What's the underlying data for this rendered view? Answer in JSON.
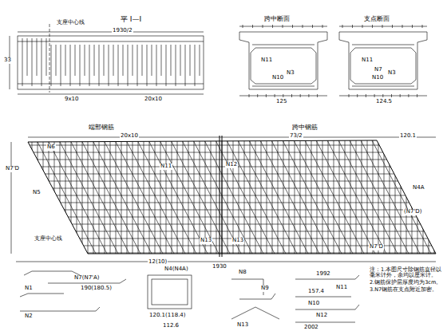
{
  "diagram": {
    "labels": [
      "平 I—I",
      "跨中断面",
      "支点断面",
      "1930/2",
      "支座中心线",
      "9x10",
      "20x10",
      "端部钢筋",
      "跨中钢筋",
      "20x10",
      "73/2",
      "120.1",
      "N6",
      "N7'D",
      "N5",
      "N4A",
      "(N7'D)",
      "N7'D",
      "支座中心线",
      "1930",
      "N11",
      "N12",
      "N13",
      "N13",
      "N3",
      "N11",
      "N10",
      "N7",
      "N11",
      "N10",
      "N3",
      "N7(N7'A)",
      "190(180.5)",
      "N4(N4A)",
      "12(10)",
      "120.1(118.4)",
      "112.6",
      "N8",
      "N9",
      "N11",
      "1992",
      "157.4",
      "N10",
      "N12",
      "2002",
      "N1",
      "N2",
      "N13",
      "注：1.本图尺寸除钢筋直径以毫米计外，余均以厘米计。",
      "2.钢筋保护层厚度均为3cm。",
      "3.N7钢筋在支点附近加密。",
      "33",
      "125",
      "124.5"
    ]
  }
}
